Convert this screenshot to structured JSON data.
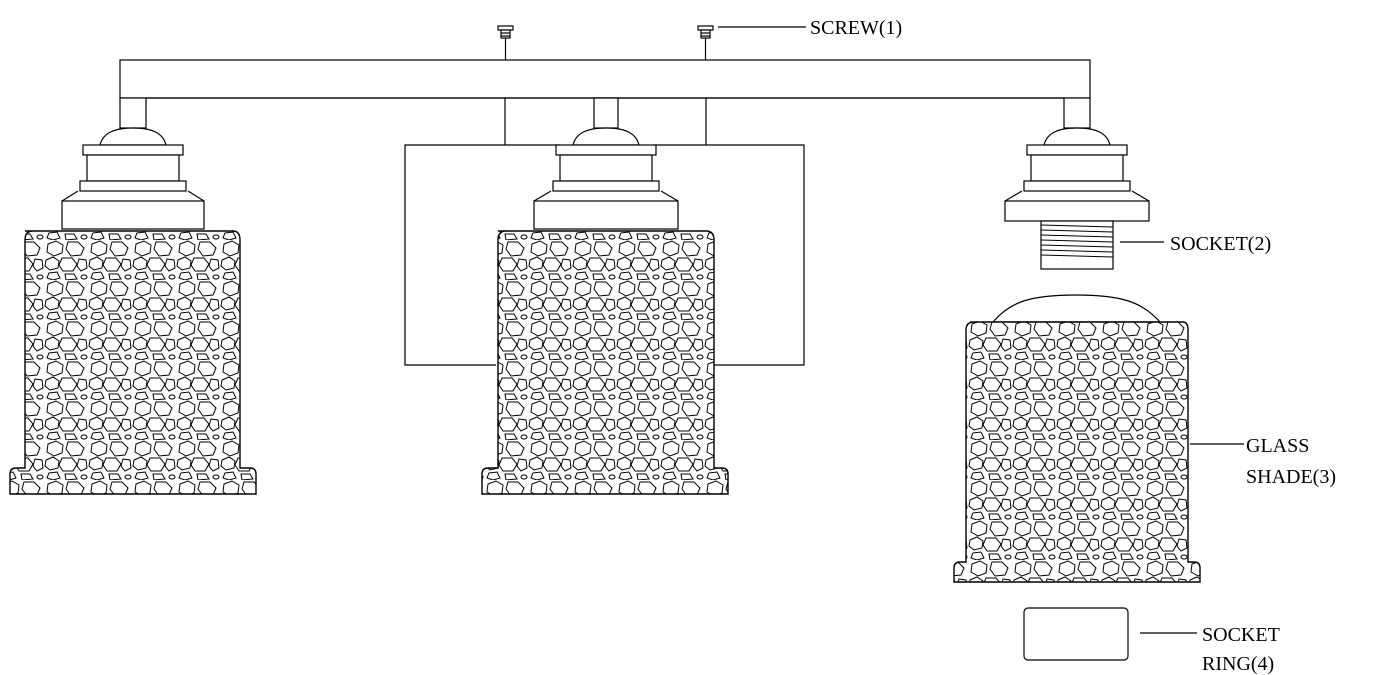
{
  "labels": {
    "screw": "SCREW(1)",
    "socket": "SOCKET(2)",
    "glass_shade_line1": "GLASS",
    "glass_shade_line2": "SHADE(3)",
    "socket_ring_line1": "SOCKET",
    "socket_ring_line2": "RING(4)"
  },
  "colors": {
    "line": "#000000",
    "background": "#ffffff"
  }
}
